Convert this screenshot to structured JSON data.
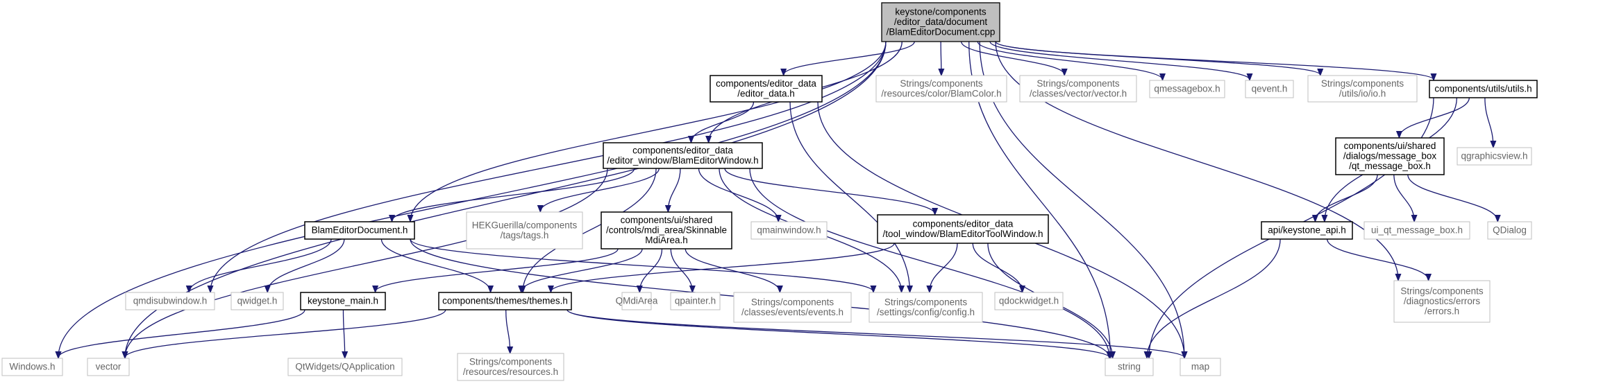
{
  "diagram": {
    "nodes": [
      {
        "id": "root",
        "lines": [
          "keystone/components",
          "/editor_data/document",
          "/BlamEditorDocument.cpp"
        ],
        "kind": "root"
      },
      {
        "id": "editor_data_h",
        "lines": [
          "components/editor_data",
          "/editor_data.h"
        ],
        "kind": "documented"
      },
      {
        "id": "blamcolor",
        "lines": [
          "Strings/components",
          "/resources/color/BlamColor.h"
        ],
        "kind": "external"
      },
      {
        "id": "vector_h",
        "lines": [
          "Strings/components",
          "/classes/vector/vector.h"
        ],
        "kind": "external"
      },
      {
        "id": "qmessagebox",
        "lines": [
          "qmessagebox.h"
        ],
        "kind": "external"
      },
      {
        "id": "qevent",
        "lines": [
          "qevent.h"
        ],
        "kind": "external"
      },
      {
        "id": "io_h",
        "lines": [
          "Strings/components",
          "/utils/io/io.h"
        ],
        "kind": "external"
      },
      {
        "id": "utils_h",
        "lines": [
          "components/utils/utils.h"
        ],
        "kind": "documented"
      },
      {
        "id": "window_h",
        "lines": [
          "components/editor_data",
          "/editor_window/BlamEditorWindow.h"
        ],
        "kind": "documented"
      },
      {
        "id": "msgbox_h",
        "lines": [
          "components/ui/shared",
          "/dialogs/message_box",
          "/qt_message_box.h"
        ],
        "kind": "documented"
      },
      {
        "id": "qgraphicsview",
        "lines": [
          "qgraphicsview.h"
        ],
        "kind": "external"
      },
      {
        "id": "doc_h",
        "lines": [
          "BlamEditorDocument.h"
        ],
        "kind": "documented"
      },
      {
        "id": "tags_h",
        "lines": [
          "HEKGuerilla/components",
          "/tags/tags.h"
        ],
        "kind": "external"
      },
      {
        "id": "mdi_h",
        "lines": [
          "components/ui/shared",
          "/controls/mdi_area/Skinnable",
          "MdiArea.h"
        ],
        "kind": "documented"
      },
      {
        "id": "qmainwindow",
        "lines": [
          "qmainwindow.h"
        ],
        "kind": "external"
      },
      {
        "id": "toolwin_h",
        "lines": [
          "components/editor_data",
          "/tool_window/BlamEditorToolWindow.h"
        ],
        "kind": "documented"
      },
      {
        "id": "api_h",
        "lines": [
          "api/keystone_api.h"
        ],
        "kind": "documented"
      },
      {
        "id": "ui_msgbox",
        "lines": [
          "ui_qt_message_box.h"
        ],
        "kind": "external"
      },
      {
        "id": "qdialog",
        "lines": [
          "QDialog"
        ],
        "kind": "external"
      },
      {
        "id": "qmdisubwindow",
        "lines": [
          "qmdisubwindow.h"
        ],
        "kind": "external"
      },
      {
        "id": "qwidget",
        "lines": [
          "qwidget.h"
        ],
        "kind": "external"
      },
      {
        "id": "keystone_main",
        "lines": [
          "keystone_main.h"
        ],
        "kind": "documented"
      },
      {
        "id": "themes_h",
        "lines": [
          "components/themes/themes.h"
        ],
        "kind": "documented"
      },
      {
        "id": "qmdiarea",
        "lines": [
          "QMdiArea"
        ],
        "kind": "external"
      },
      {
        "id": "qpainter",
        "lines": [
          "qpainter.h"
        ],
        "kind": "external"
      },
      {
        "id": "events_h",
        "lines": [
          "Strings/components",
          "/classes/events/events.h"
        ],
        "kind": "external"
      },
      {
        "id": "config_h",
        "lines": [
          "Strings/components",
          "/settings/config/config.h"
        ],
        "kind": "external"
      },
      {
        "id": "qdockwidget",
        "lines": [
          "qdockwidget.h"
        ],
        "kind": "external"
      },
      {
        "id": "errors_h",
        "lines": [
          "Strings/components",
          "/diagnostics/errors",
          "/errors.h"
        ],
        "kind": "external"
      },
      {
        "id": "windows_h",
        "lines": [
          "Windows.h"
        ],
        "kind": "external"
      },
      {
        "id": "vector",
        "lines": [
          "vector"
        ],
        "kind": "external"
      },
      {
        "id": "qapplication",
        "lines": [
          "QtWidgets/QApplication"
        ],
        "kind": "external"
      },
      {
        "id": "resources_h",
        "lines": [
          "Strings/components",
          "/resources/resources.h"
        ],
        "kind": "external"
      },
      {
        "id": "string",
        "lines": [
          "string"
        ],
        "kind": "external"
      },
      {
        "id": "map",
        "lines": [
          "map"
        ],
        "kind": "external"
      }
    ],
    "edges": [
      [
        "root",
        "editor_data_h"
      ],
      [
        "root",
        "blamcolor"
      ],
      [
        "root",
        "vector_h"
      ],
      [
        "root",
        "qmessagebox"
      ],
      [
        "root",
        "qevent"
      ],
      [
        "root",
        "io_h"
      ],
      [
        "root",
        "utils_h"
      ],
      [
        "root",
        "window_h"
      ],
      [
        "root",
        "doc_h"
      ],
      [
        "root",
        "qmdisubwindow"
      ],
      [
        "root",
        "windows_h"
      ],
      [
        "root",
        "vector"
      ],
      [
        "root",
        "string"
      ],
      [
        "root",
        "map"
      ],
      [
        "root",
        "errors_h"
      ],
      [
        "editor_data_h",
        "window_h"
      ],
      [
        "editor_data_h",
        "config_h"
      ],
      [
        "editor_data_h",
        "map"
      ],
      [
        "utils_h",
        "msgbox_h"
      ],
      [
        "utils_h",
        "qgraphicsview"
      ],
      [
        "utils_h",
        "api_h"
      ],
      [
        "utils_h",
        "string"
      ],
      [
        "window_h",
        "doc_h"
      ],
      [
        "window_h",
        "tags_h"
      ],
      [
        "window_h",
        "mdi_h"
      ],
      [
        "window_h",
        "qmainwindow"
      ],
      [
        "window_h",
        "toolwin_h"
      ],
      [
        "window_h",
        "config_h"
      ],
      [
        "window_h",
        "themes_h"
      ],
      [
        "window_h",
        "vector"
      ],
      [
        "window_h",
        "string"
      ],
      [
        "msgbox_h",
        "api_h"
      ],
      [
        "msgbox_h",
        "ui_msgbox"
      ],
      [
        "msgbox_h",
        "qdialog"
      ],
      [
        "doc_h",
        "qmdisubwindow"
      ],
      [
        "doc_h",
        "qwidget"
      ],
      [
        "doc_h",
        "themes_h"
      ],
      [
        "doc_h",
        "config_h"
      ],
      [
        "doc_h",
        "string"
      ],
      [
        "mdi_h",
        "keystone_main"
      ],
      [
        "mdi_h",
        "themes_h"
      ],
      [
        "mdi_h",
        "qmdiarea"
      ],
      [
        "mdi_h",
        "qpainter"
      ],
      [
        "mdi_h",
        "events_h"
      ],
      [
        "toolwin_h",
        "themes_h"
      ],
      [
        "toolwin_h",
        "config_h"
      ],
      [
        "toolwin_h",
        "qdockwidget"
      ],
      [
        "toolwin_h",
        "string"
      ],
      [
        "api_h",
        "errors_h"
      ],
      [
        "api_h",
        "string"
      ],
      [
        "keystone_main",
        "windows_h"
      ],
      [
        "keystone_main",
        "qapplication"
      ],
      [
        "themes_h",
        "vector"
      ],
      [
        "themes_h",
        "resources_h"
      ],
      [
        "themes_h",
        "string"
      ],
      [
        "themes_h",
        "map"
      ]
    ]
  }
}
